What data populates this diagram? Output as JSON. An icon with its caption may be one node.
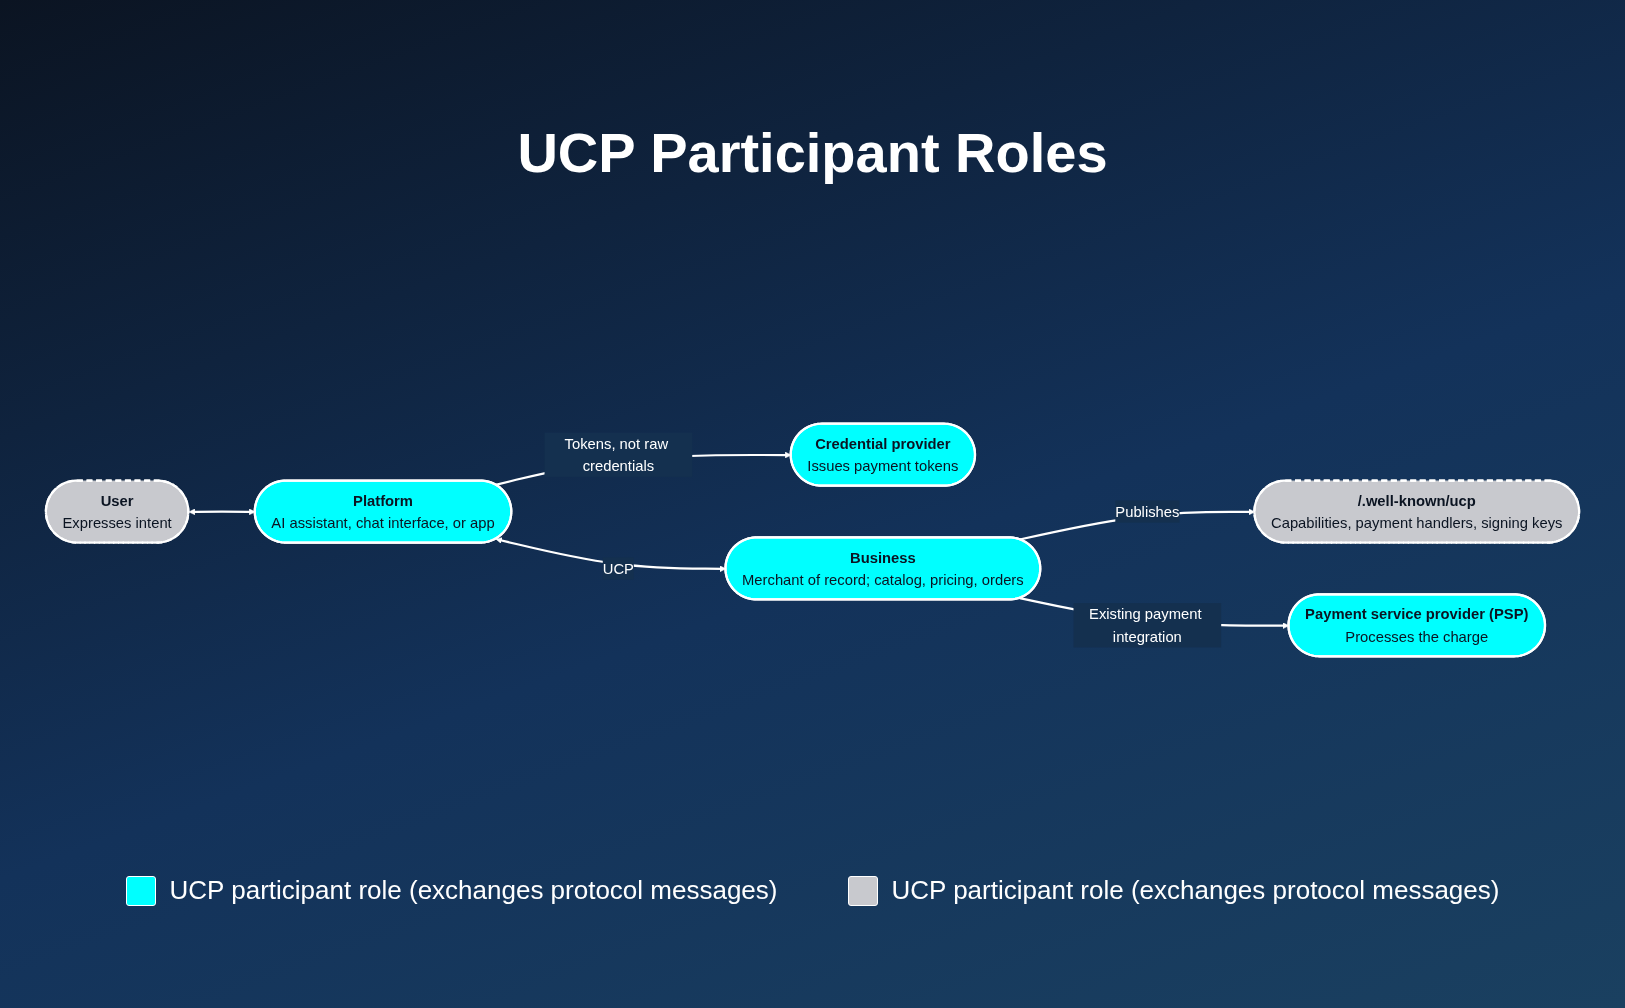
{
  "diagram": {
    "title": "UCP Participant Roles",
    "nodes": [
      {
        "text": [
          "Credential provider",
          "Issues payment tokens"
        ]
      },
      {
        "text": [
          "User",
          "Expresses intent"
        ]
      },
      {
        "text": [
          "Platform",
          "AI assistant, chat interface, or app"
        ]
      },
      {
        "text": [
          "Business",
          "Merchant of record; catalog, pricing, orders"
        ]
      },
      {
        "text": [
          "/.well-known/ucp",
          "Capabilities, payment handlers, signing keys"
        ]
      },
      {
        "text": [
          "Payment service provider (PSP)",
          "Processes the charge"
        ]
      }
    ],
    "edges": [
      {
        "from": 1,
        "to": 2,
        "arrow": "both"
      },
      {
        "from": 2,
        "to": 0,
        "arrow": "to",
        "label": "Tokens, not raw credentials"
      },
      {
        "from": 2,
        "to": 3,
        "arrow": "both",
        "label": "UCP"
      },
      {
        "from": 3,
        "to": 4,
        "arrow": "to",
        "label": "Publishes"
      },
      {
        "from": 3,
        "to": 5,
        "arrow": "to",
        "label": "Existing payment integration"
      }
    ],
    "legend": [
      {
        "text": "UCP participant role (exchanges protocol messages)",
        "color": "#00ffff"
      },
      {
        "text": "UCP participant role (exchanges protocol messages)",
        "color": "#c8c9ce"
      }
    ]
  }
}
